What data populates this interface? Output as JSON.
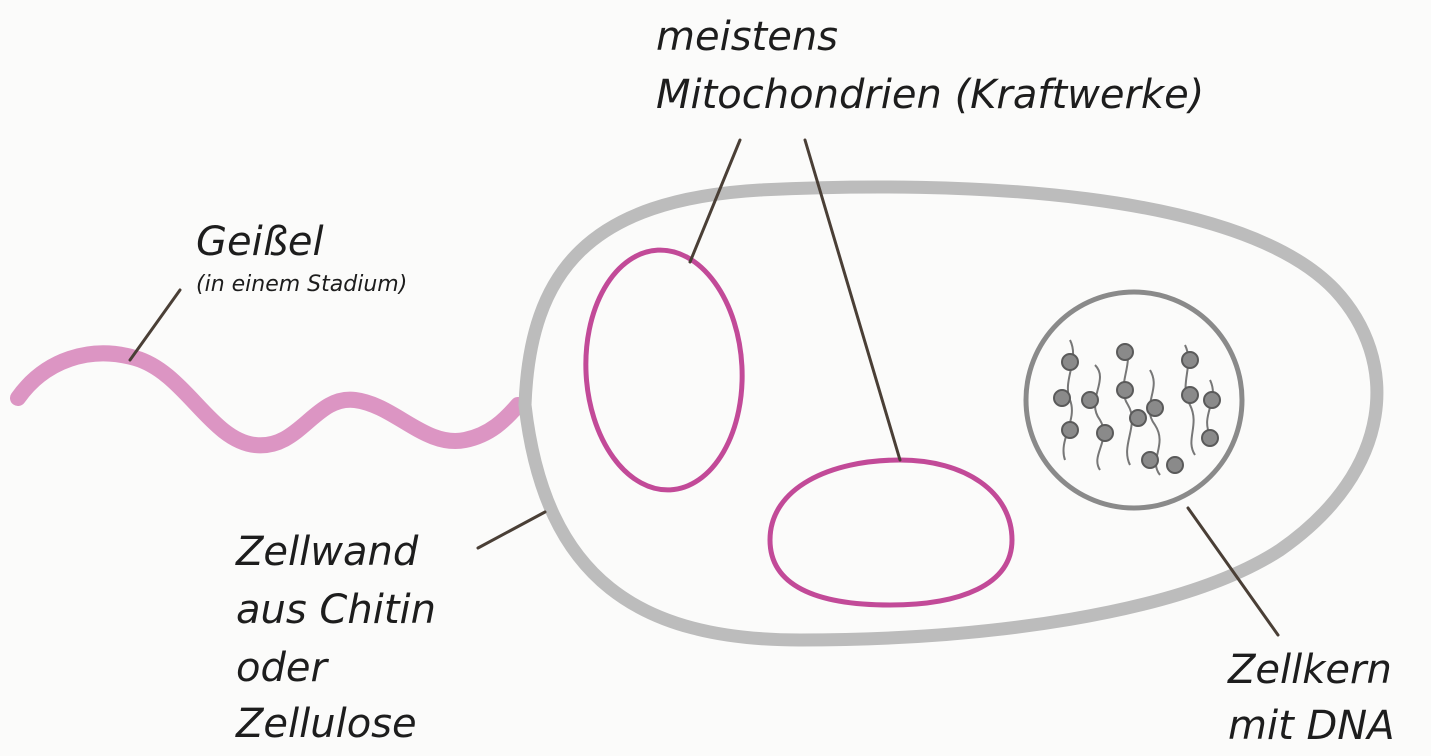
{
  "labels": {
    "mito_line1": "meistens",
    "mito_line2": "Mitochondrien (Kraftwerke)",
    "flagellum_title": "Geißel",
    "flagellum_note": "(in einem Stadium)",
    "wall_line1": "Zellwand",
    "wall_line2": "aus Chitin",
    "wall_line3": "oder",
    "wall_line4": "Zellulose",
    "nucleus_line1": "Zellkern",
    "nucleus_line2": "mit DNA"
  },
  "colors": {
    "cell_wall": "#bcbcbc",
    "mitochondria": "#c24a98",
    "flagellum": "#d889bd",
    "nucleus": "#8a8a8a",
    "leader_lines": "#4a3f36",
    "text": "#1d1d1d"
  }
}
